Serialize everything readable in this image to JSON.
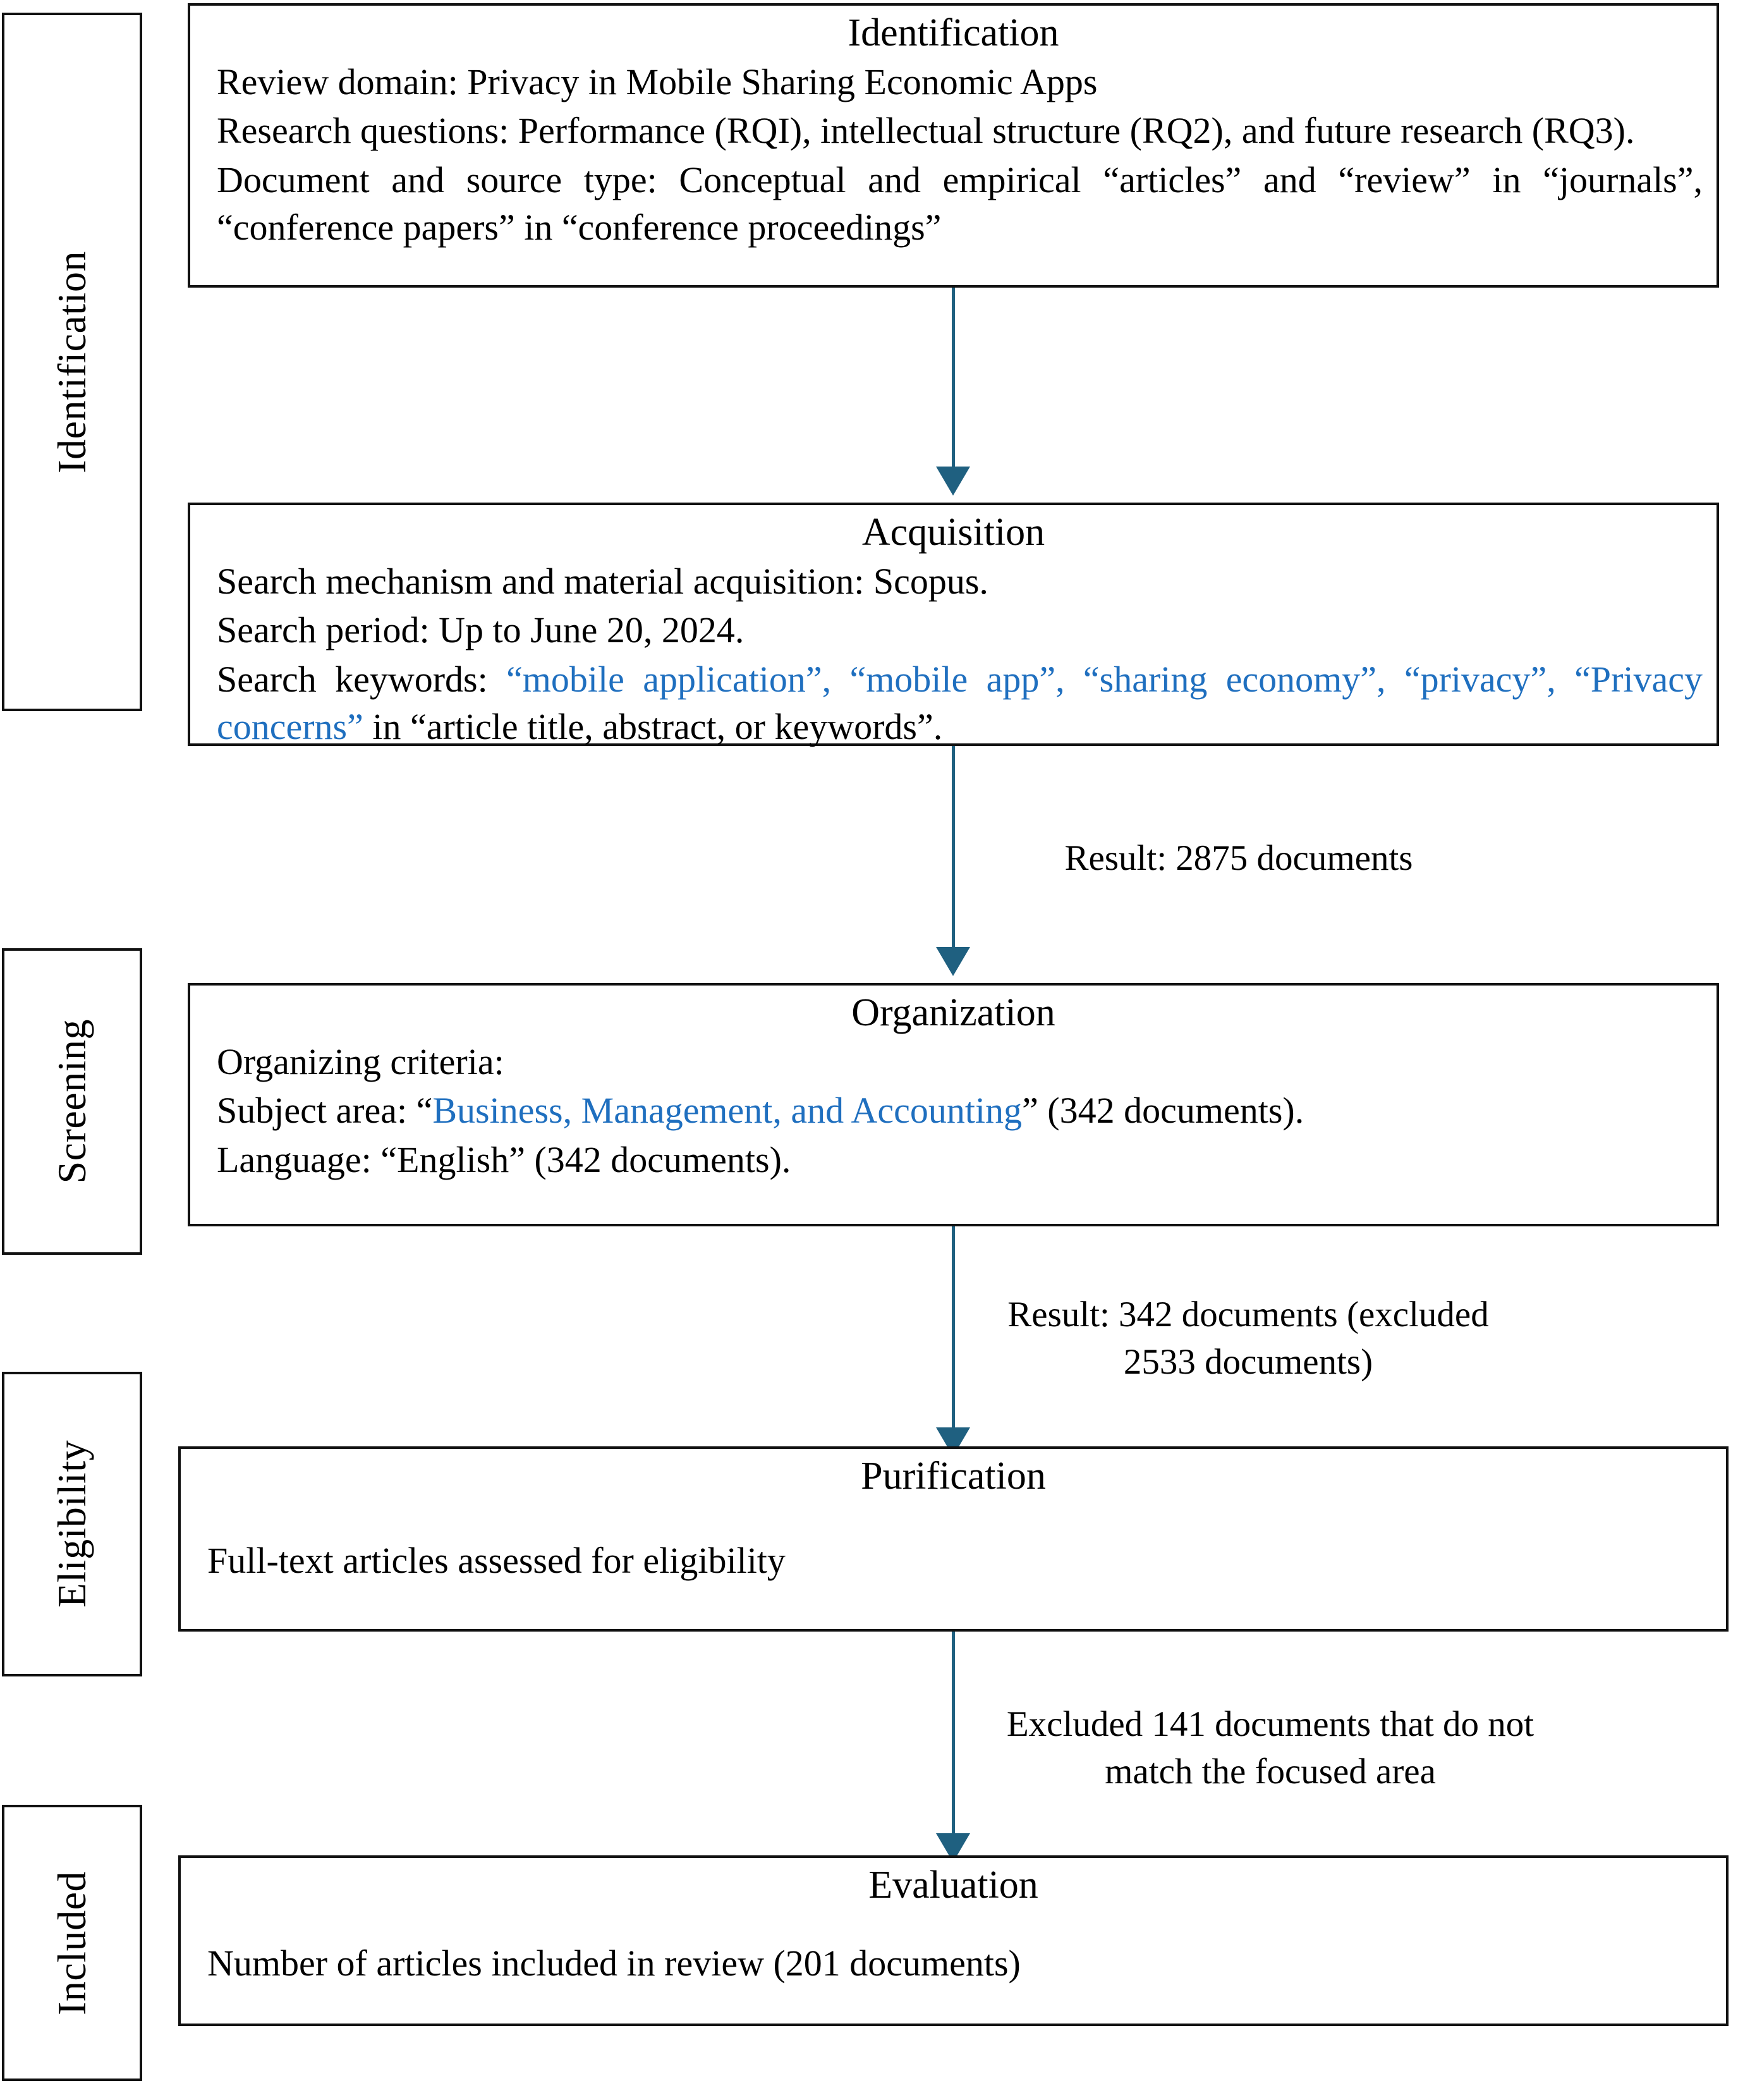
{
  "diagram": {
    "type": "prisma-flow-diagram",
    "accent_color": "#1F6080",
    "keyword_color": "#1F6FBF",
    "border_color": "#111111",
    "background_color": "#FFFFFF"
  },
  "stages": [
    {
      "label": "Identification"
    },
    {
      "label": "Screening"
    },
    {
      "label": "Eligibility"
    },
    {
      "label": "Included"
    }
  ],
  "boxes": {
    "identification": {
      "title": "Identification",
      "lines": {
        "review_domain": "Review domain:  Privacy in Mobile Sharing Economic Apps",
        "research_questions": "Research questions:  Performance (RQI), intellectual structure (RQ2), and future research (RQ3).",
        "document_and_source_type": "Document and source type:  Conceptual and empirical “articles” and “review” in “journals”, “conference papers” in “conference proceedings”"
      }
    },
    "acquisition": {
      "title": "Acquisition",
      "lines": {
        "search_mechanism": "Search mechanism and material acquisition:  Scopus.",
        "search_period": "Search period:  Up to June 20, 2024.",
        "search_keywords_prefix": "Search keywords:  ",
        "search_keywords_highlight": "“mobile application”, “mobile app”, “sharing economy”, “privacy”, “Privacy concerns”",
        "search_keywords_suffix": " in “article title, abstract, or keywords”."
      }
    },
    "organization": {
      "title": "Organization",
      "lines": {
        "organizing_criteria": "Organizing criteria:",
        "subject_area_prefix": "Subject area:  “",
        "subject_area_highlight": "Business, Management, and Accounting",
        "subject_area_suffix": "” (342 documents).",
        "language": "Language:  “English” (342 documents)."
      }
    },
    "purification": {
      "title": "Purification",
      "lines": {
        "body": "Full-text articles assessed for eligibility"
      }
    },
    "evaluation": {
      "title": "Evaluation",
      "lines": {
        "body": "Number of articles included in review (201 documents)"
      }
    }
  },
  "connectors": [
    {
      "id": "identification-to-acquisition",
      "label": ""
    },
    {
      "id": "acquisition-to-organization",
      "label": "Result:  2875 documents"
    },
    {
      "id": "organization-to-purification",
      "label": "Result:  342 documents (excluded 2533 documents)"
    },
    {
      "id": "purification-to-evaluation",
      "label": "Excluded 141 documents that do not match the focused area"
    }
  ]
}
